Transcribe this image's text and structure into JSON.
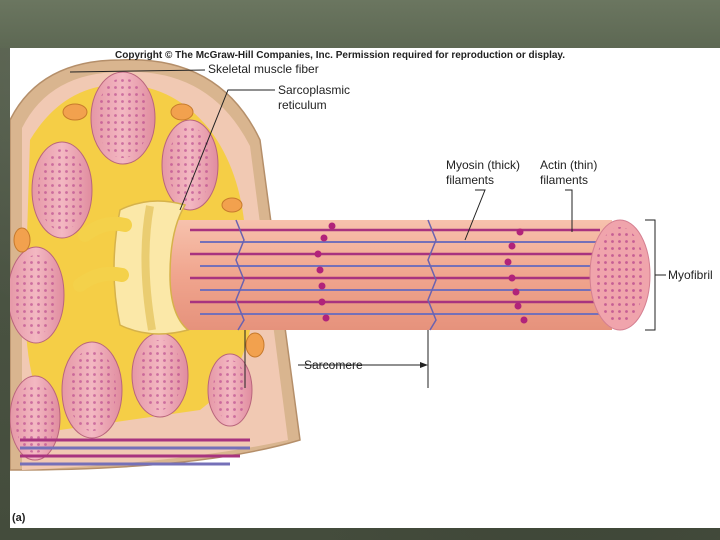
{
  "copyright": "Copyright © The McGraw-Hill Companies, Inc. Permission required for reproduction or display.",
  "labels": {
    "skeletal_muscle_fiber": "Skeletal muscle fiber",
    "sarcoplasmic_line1": "Sarcoplasmic",
    "sarcoplasmic_line2": "reticulum",
    "myosin_line1": "Myosin (thick)",
    "myosin_line2": "filaments",
    "actin_line1": "Actin (thin)",
    "actin_line2": "filaments",
    "myofibril": "Myofibril",
    "sarcomere": "Sarcomere"
  },
  "part_label": "(a)",
  "colors": {
    "fiber_pink": "#e9a3a0",
    "myofibril_salmon": "#f2ad9a",
    "sr_yellow": "#f6cf33",
    "myosin_purple": "#a8337f",
    "actin_blue": "#7570b8",
    "sarcolemma_tan": "#d9b58f"
  }
}
